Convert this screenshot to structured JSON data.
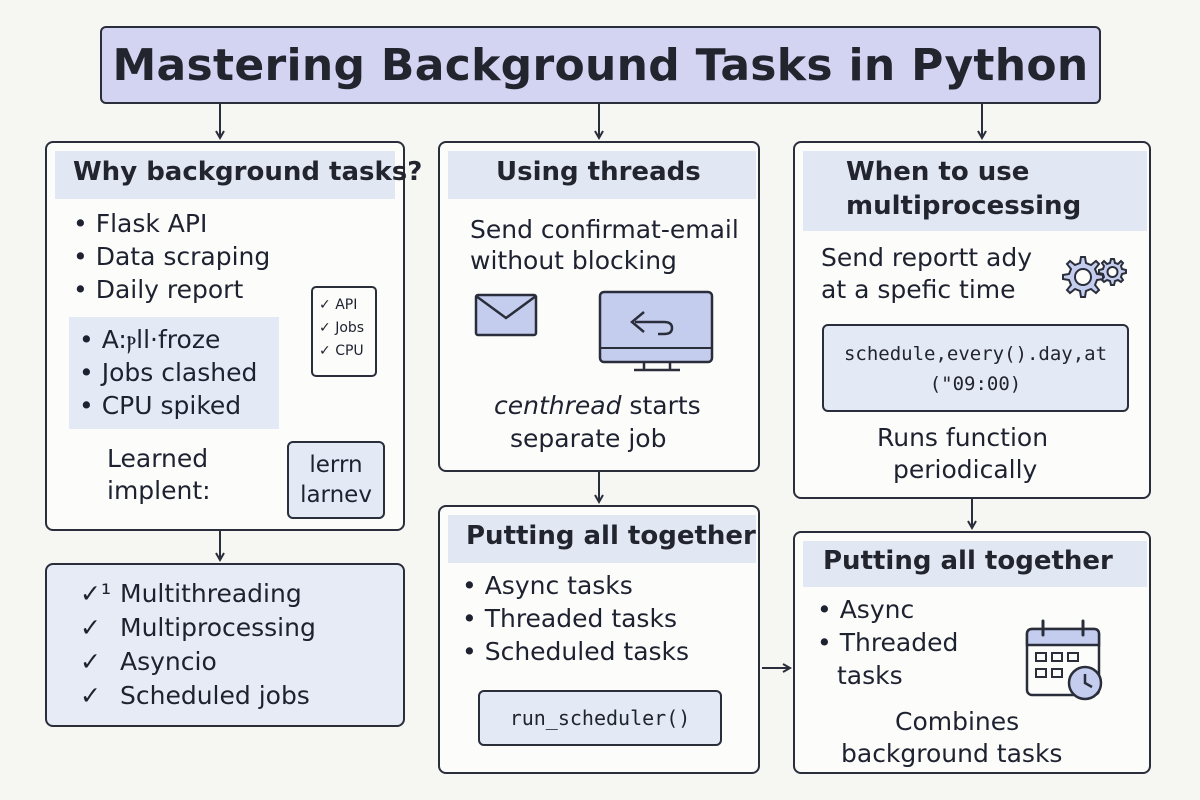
{
  "title": "Mastering Background Tasks in Python",
  "why": {
    "header": "Why background tasks?",
    "bullets": [
      "Flask API",
      "Data scraping",
      "Daily report"
    ],
    "problems": [
      "A:ⲣll·froze",
      "Jobs clashed",
      "CPU spiked"
    ],
    "note_line1": "Learned",
    "note_line2": "implent:",
    "checklist": [
      "API",
      "Jobs",
      "CPU"
    ],
    "result_line1": "lerrn",
    "result_line2": "larnev"
  },
  "techniques": {
    "items": [
      {
        "check": "✓¹",
        "label": "Multithreading"
      },
      {
        "check": "✓",
        "label": "Multiprocessing"
      },
      {
        "check": "✓",
        "label": "Asyncio"
      },
      {
        "check": "✓",
        "label": "Scheduled jobs"
      }
    ]
  },
  "threads": {
    "header": "Using threads",
    "desc_line1": "Send confirmat-email",
    "desc_line2": "without blocking",
    "caption_italic": "centhread",
    "caption_rest": " starts",
    "caption_line2": "separate job"
  },
  "together1": {
    "header": "Putting all together",
    "bullets": [
      "Async tasks",
      "Threaded tasks",
      "Scheduled tasks"
    ],
    "code": "run_scheduler()"
  },
  "multiproc": {
    "header_line1": "When to use",
    "header_line2": "multiprocessing",
    "desc_line1": "Send reportt ady",
    "desc_line2": "at a spefic time",
    "code_line1": "schedule,every().day,at",
    "code_line2": "(\"09:00)",
    "caption_line1": "Runs function",
    "caption_line2": "periodically"
  },
  "together2": {
    "header": "Putting all together",
    "bullet1": "Async",
    "bullet2_line1": "Threaded",
    "bullet2_line2": "tasks",
    "caption_line1": "Combines",
    "caption_line2": "background tasks"
  },
  "colors": {
    "title_bg": "#d3d3f2",
    "header_bg": "#e1e7f3",
    "highlight_bg": "#e4eaf5",
    "border": "#2a2e3a",
    "icon_fill": "#c5cdef"
  }
}
